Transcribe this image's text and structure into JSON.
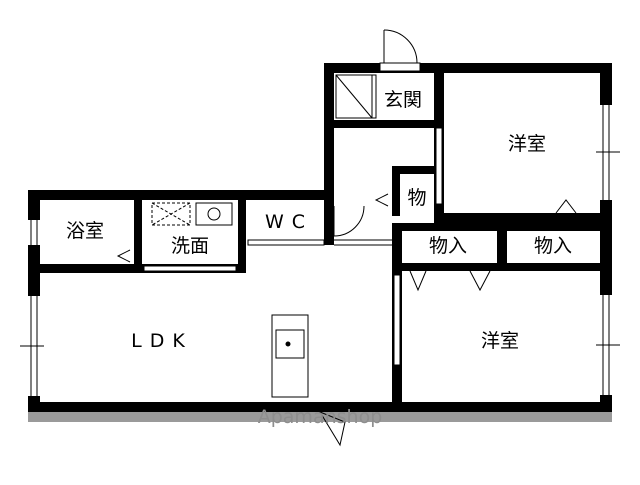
{
  "rooms": {
    "entrance": "玄関",
    "western_room_north": "洋室",
    "storage_hall": "物",
    "bath": "浴室",
    "washroom": "洗面",
    "wc": "WC",
    "closet_left": "物入",
    "closet_right": "物入",
    "ldk": "LDK",
    "western_room_south": "洋室"
  },
  "watermark": "Apamanshop",
  "colors": {
    "wall": "#000000",
    "outer_wall_shadow": "#9a9a9a",
    "background": "#ffffff"
  }
}
